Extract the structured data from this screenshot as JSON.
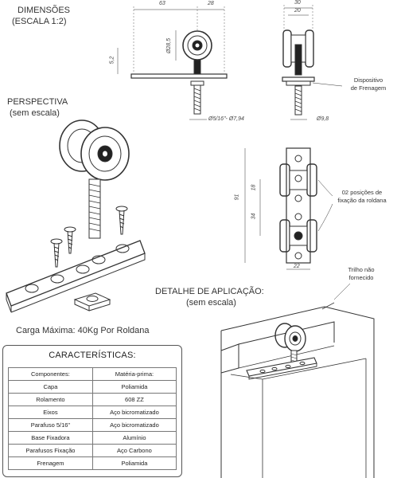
{
  "labels": {
    "dimensoes_line1": "DIMENSÕES",
    "dimensoes_line2": "(ESCALA 1:2)",
    "perspectiva_line1": "PERSPECTIVA",
    "perspectiva_line2": "(sem escala)",
    "detalhe_line1": "DETALHE DE APLICAÇÃO:",
    "detalhe_line2": "(sem escala)",
    "carga": "Carga Máxima: 40Kg Por Roldana",
    "dispositivo_line1": "Dispositivo",
    "dispositivo_line2": "de Frenagem",
    "posicoes_line1": "02 posições de",
    "posicoes_line2": "fixação da roldana",
    "trilho_line1": "Trilho não",
    "trilho_line2": "fornecido"
  },
  "dimensions": {
    "d63": "63",
    "d28": "28",
    "d30": "30",
    "d20": "20",
    "d52": "5,2",
    "d285": "Ø28,5",
    "d516": "Ø5/16\"- Ø7,94",
    "d98": "Ø9,8",
    "d91": "91",
    "d18": "18",
    "d34": "34",
    "d22": "22"
  },
  "specs": {
    "title": "CARACTERÍSTICAS:",
    "headers": [
      "Componentes:",
      "Matéria-prima:"
    ],
    "rows": [
      [
        "Capa",
        "Poliamida"
      ],
      [
        "Rolamento",
        "608 ZZ"
      ],
      [
        "Eixos",
        "Aço bicromatizado"
      ],
      [
        "Parafuso 5/16\"",
        "Aço bicromatizado"
      ],
      [
        "Base Fixadora",
        "Alumínio"
      ],
      [
        "Parafusos Fixação",
        "Aço Carbono"
      ],
      [
        "Frenagem",
        "Poliamida"
      ]
    ]
  }
}
